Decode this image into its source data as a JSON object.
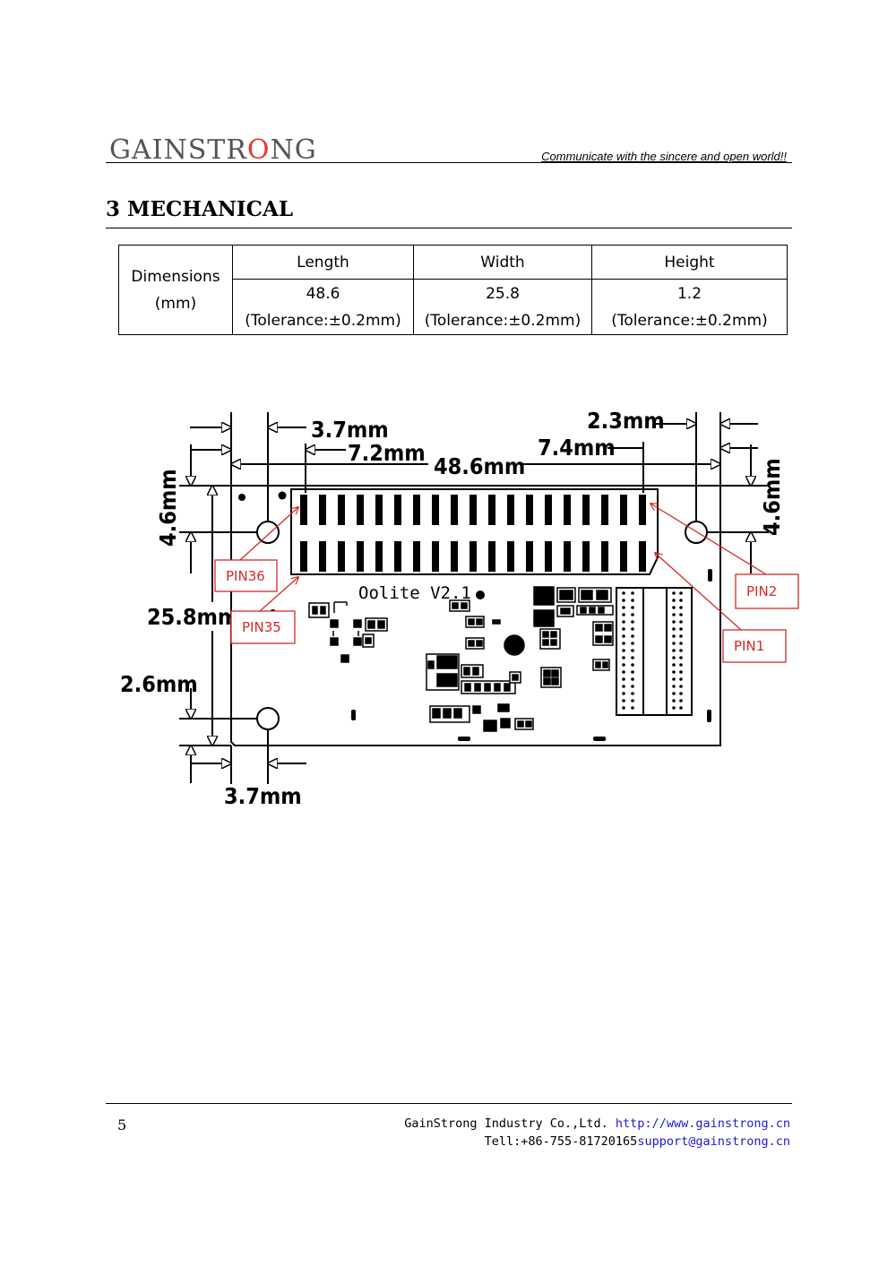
{
  "header": {
    "logo_prefix": "GAINSTR",
    "logo_o": "O",
    "logo_suffix": "NG",
    "tagline": "Communicate with the sincere and open world!!"
  },
  "section": {
    "heading": "3 MECHANICAL"
  },
  "dimensions_table": {
    "row_label_line1": "Dimensions",
    "row_label_line2": "(mm)",
    "columns": [
      {
        "header": "Length",
        "value": "48.6",
        "tolerance": "(Tolerance:±0.2mm)"
      },
      {
        "header": "Width",
        "value": "25.8",
        "tolerance": "(Tolerance:±0.2mm)"
      },
      {
        "header": "Height",
        "value": "1.2",
        "tolerance": "(Tolerance:±0.2mm)"
      }
    ]
  },
  "drawing": {
    "dim_top_left_hole": "3.7mm",
    "dim_top_left_conn": "7.2mm",
    "dim_length": "48.6mm",
    "dim_top_right_conn": "7.4mm",
    "dim_top_right_hole": "2.3mm",
    "dim_left_hole_vertical": "4.6mm",
    "dim_right_hole_vertical": "4.6mm",
    "dim_width": "25.8mm",
    "dim_bottom_hole_vertical": "2.6mm",
    "dim_bottom_hole_horizontal": "3.7mm",
    "board_label": "Oolite  V2.1",
    "pin_labels": {
      "pin36": "PIN36",
      "pin35": "PIN35",
      "pin2": "PIN2",
      "pin1": "PIN1"
    },
    "callout_color": "#d32a2a"
  },
  "footer": {
    "page_number": "5",
    "company": "GainStrong Industry Co.,Ltd. ",
    "website": "http://www.gainstrong.cn",
    "tel": "Tell:+86-755-81720165",
    "email": "support@gainstrong.cn"
  }
}
